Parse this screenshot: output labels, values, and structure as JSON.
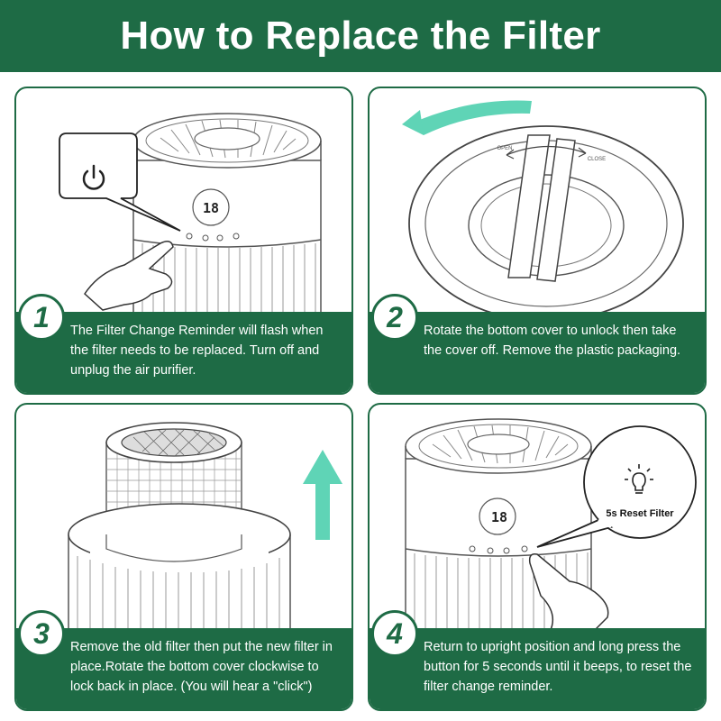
{
  "title": "How to Replace the Filter",
  "colors": {
    "brand_green": "#1e6b45",
    "arrow_teal": "#5fd4b6"
  },
  "steps": [
    {
      "number": "1",
      "text": "The Filter Change Reminder will flash when the filter needs to be replaced. Turn off and unplug the air purifier.",
      "display": "18",
      "icon": "power-icon"
    },
    {
      "number": "2",
      "text": "Rotate the bottom cover to unlock then take the cover off. Remove the plastic packaging.",
      "open_label": "OPEN",
      "close_label": "CLOSE",
      "icon": "rotate-arrow-icon"
    },
    {
      "number": "3",
      "text": "Remove the old filter then put the new filter in place.Rotate the bottom cover clockwise to lock back in place. (You will hear a \"click\")",
      "icon": "up-arrow-icon"
    },
    {
      "number": "4",
      "text": "Return to upright position and long press the button for 5 seconds until it beeps, to reset the filter change reminder.",
      "display": "18",
      "bubble_label": "5s Reset Filter",
      "icon": "lightbulb-icon"
    }
  ]
}
